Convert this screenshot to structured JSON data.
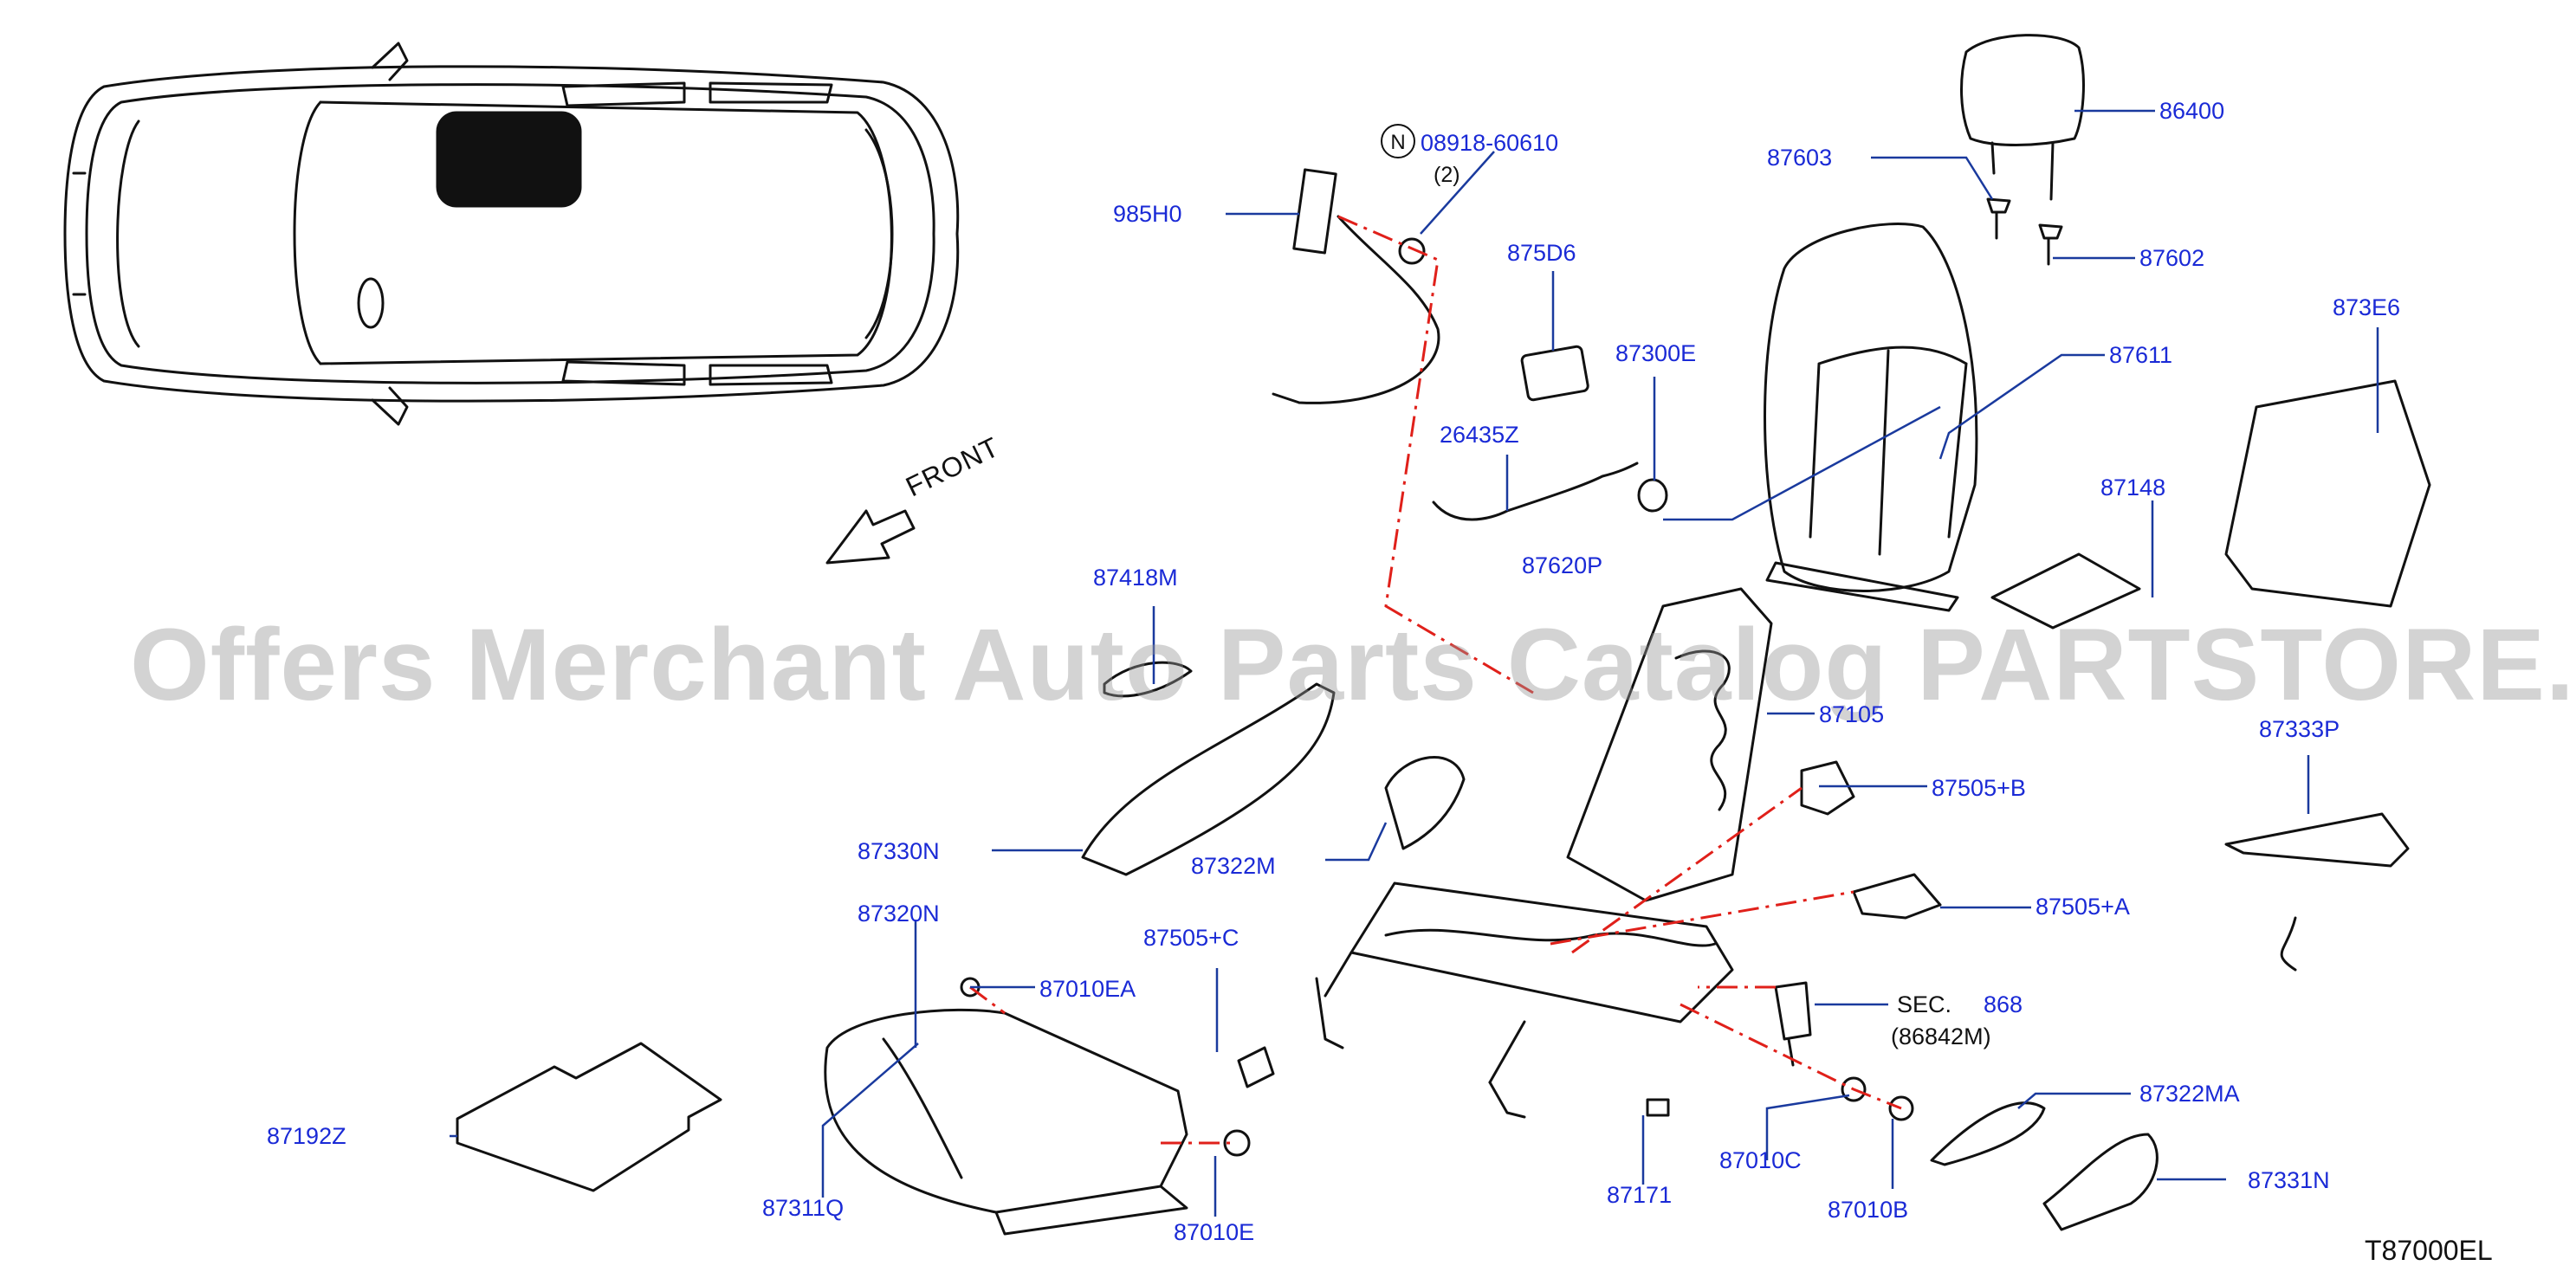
{
  "watermark": "Offers Merchant Auto Parts Catalog PARTSTORE.SA",
  "front_label": "FRONT",
  "diagram_code": "T87000EL",
  "note_symbol": "N",
  "colors": {
    "label": "#1a2ad6",
    "leader": "#1a3a9e",
    "assembly_line": "#e0201a",
    "drawing": "#111111"
  },
  "parts": {
    "p86400": "86400",
    "p87603": "87603",
    "p87602": "87602",
    "p08918": "08918-60610",
    "p08918_qty": "(2)",
    "p985H0": "985H0",
    "p875D6": "875D6",
    "p87300E": "87300E",
    "p873E6": "873E6",
    "p87611": "87611",
    "p26435Z": "26435Z",
    "p87148": "87148",
    "p87620P": "87620P",
    "p87418M": "87418M",
    "p87105": "87105",
    "p87333P": "87333P",
    "p87505B": "87505+B",
    "p87330N": "87330N",
    "p87322M": "87322M",
    "p87505A": "87505+A",
    "p87320N": "87320N",
    "p87505C": "87505+C",
    "p87010EA": "87010EA",
    "p868_prefix": "SEC.",
    "p868": "868",
    "p86842M": "(86842M)",
    "p87322MA": "87322MA",
    "p87192Z": "87192Z",
    "p87010C": "87010C",
    "p87331N": "87331N",
    "p87311Q": "87311Q",
    "p87171": "87171",
    "p87010B": "87010B",
    "p87010E": "87010E"
  }
}
